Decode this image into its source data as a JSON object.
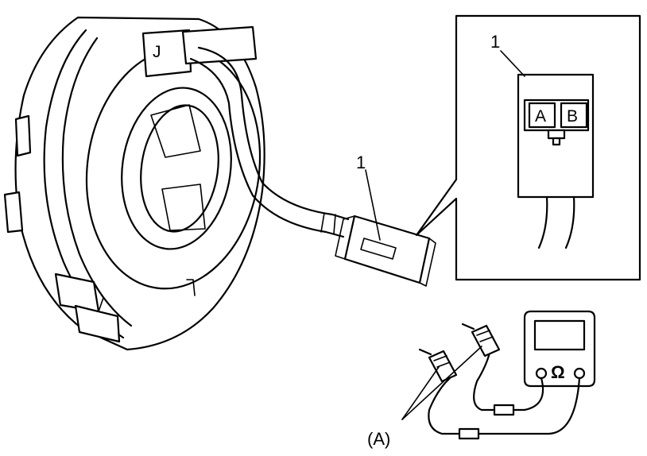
{
  "labels": {
    "part_number_connector": "1",
    "part_number_inset": "1",
    "terminal_a": "A",
    "terminal_b": "B",
    "tester_ref": "(A)",
    "ohm_symbol": "Ω"
  }
}
